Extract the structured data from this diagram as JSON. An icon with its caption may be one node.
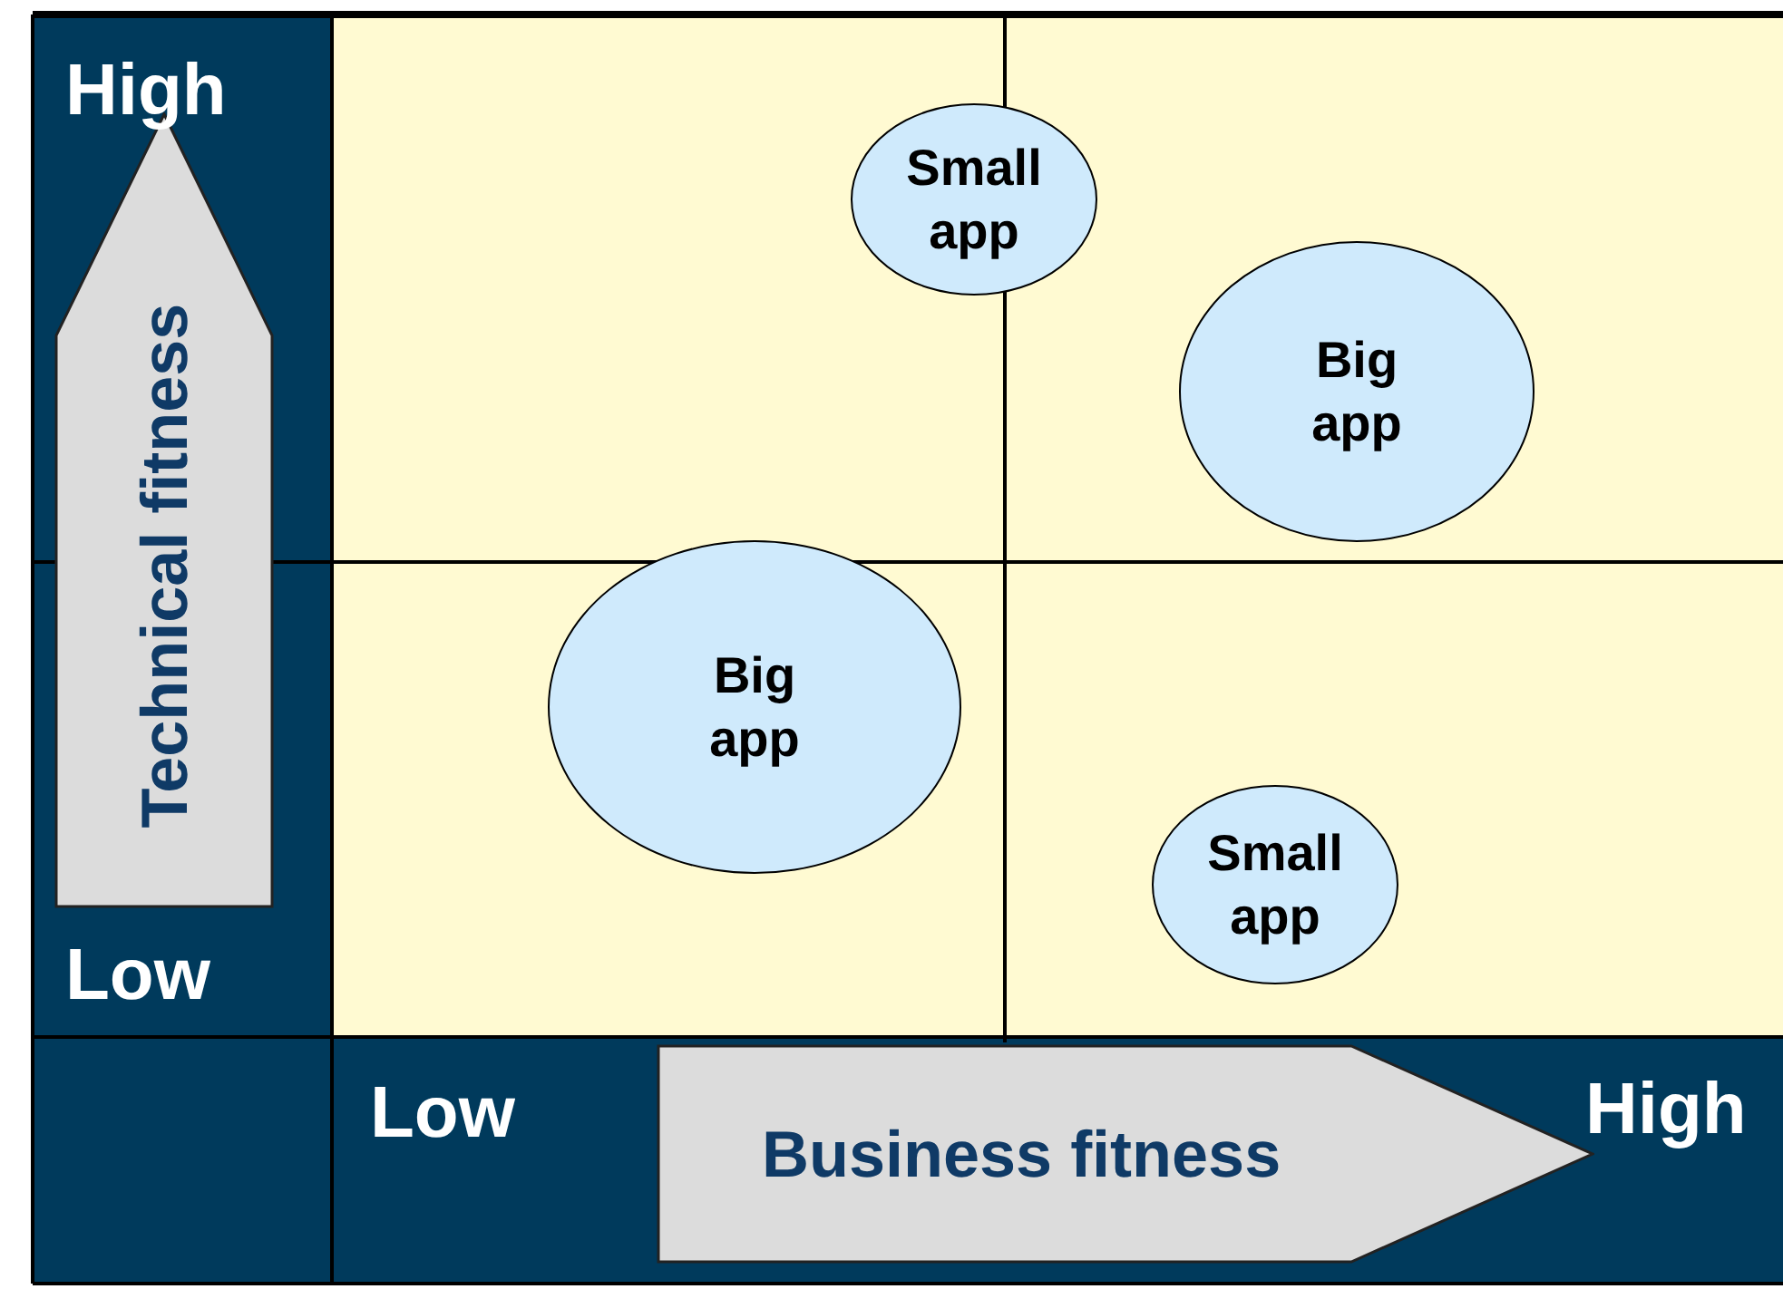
{
  "diagram": {
    "nodes": [
      {
        "text": [
          "Technical fitness"
        ]
      },
      {
        "text": [
          "Small app"
        ]
      },
      {
        "text": [
          "Big app"
        ]
      },
      {
        "text": [
          "Big app"
        ]
      },
      {
        "text": [
          "Small app"
        ]
      },
      {
        "text": [
          "Business fitness"
        ]
      }
    ],
    "labels": [
      "High",
      "Low",
      "Low",
      "High"
    ]
  }
}
